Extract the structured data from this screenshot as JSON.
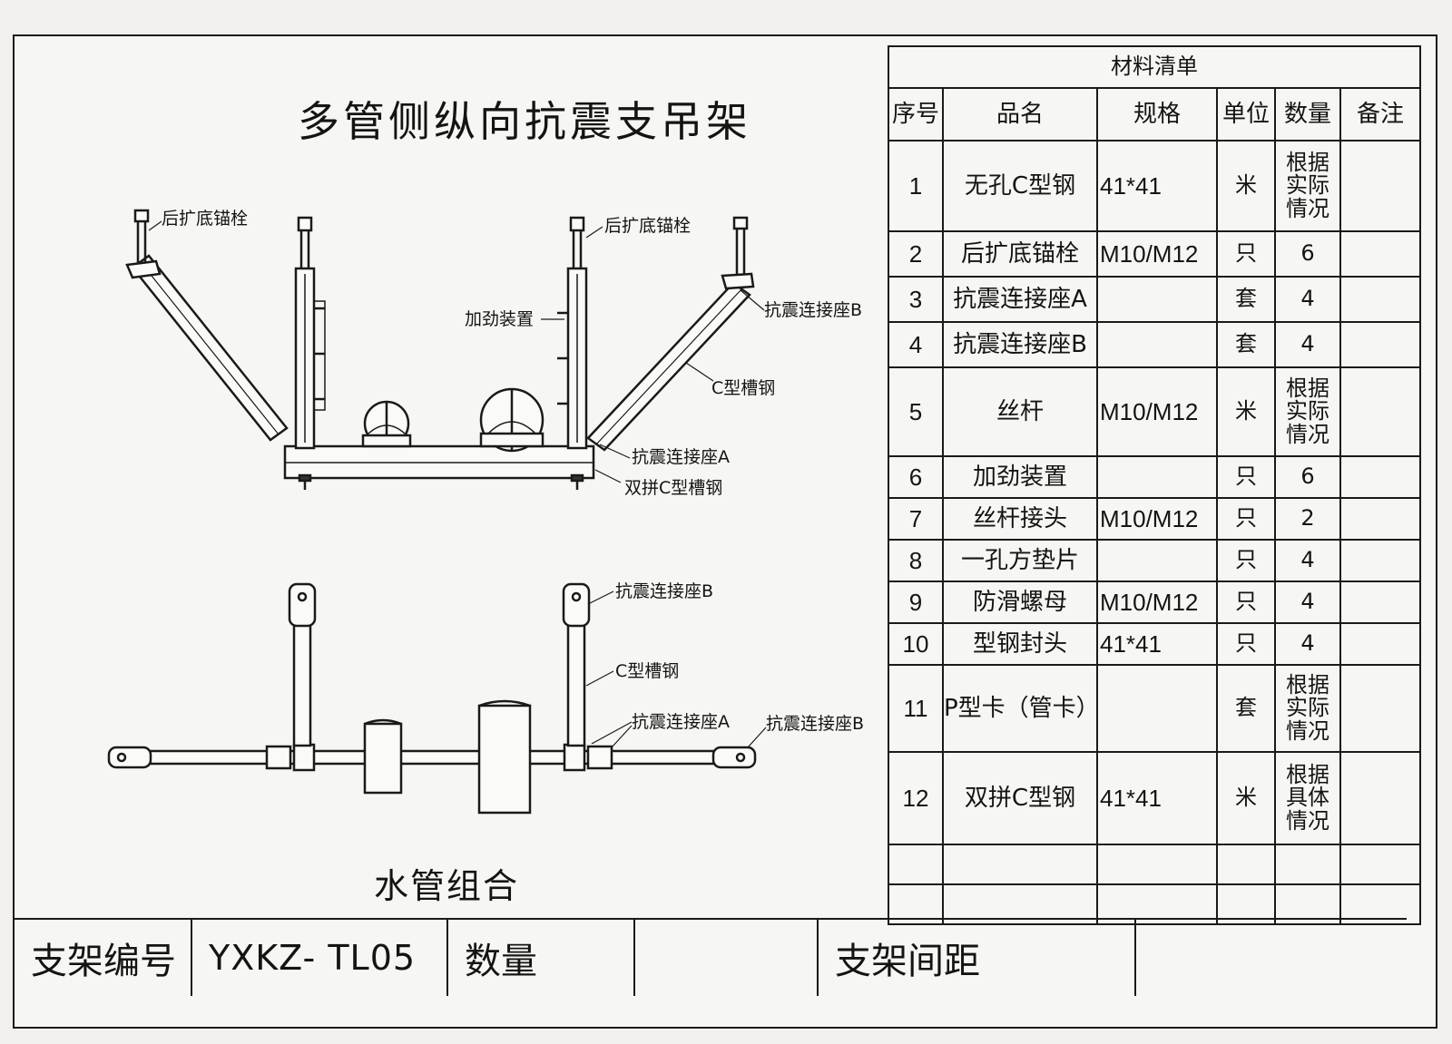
{
  "title": "多管侧纵向抗震支吊架",
  "subtitle": "水管组合",
  "labels": {
    "rear_anchor_left": "后扩底锚栓",
    "rear_anchor_right": "后扩底锚栓",
    "stiffener": "加劲装置",
    "seat_b_top": "抗震连接座B",
    "channel_top": "C型槽钢",
    "seat_a_top": "抗震连接座A",
    "double_channel": "双拼C型槽钢",
    "seat_b_plan": "抗震连接座B",
    "channel_plan": "C型槽钢",
    "seat_a_plan": "抗震连接座A",
    "seat_b_plan_right": "抗震连接座B"
  },
  "table": {
    "caption": "材料清单",
    "headers": [
      "序号",
      "品名",
      "规格",
      "单位",
      "数量",
      "备注"
    ],
    "rows": [
      {
        "no": "1",
        "name": "无孔C型钢",
        "spec": "41*41",
        "unit": "米",
        "qty": "根据实际情况",
        "note": ""
      },
      {
        "no": "2",
        "name": "后扩底锚栓",
        "spec": "M10/M12",
        "unit": "只",
        "qty": "6",
        "note": ""
      },
      {
        "no": "3",
        "name": "抗震连接座A",
        "spec": "",
        "unit": "套",
        "qty": "4",
        "note": ""
      },
      {
        "no": "4",
        "name": "抗震连接座B",
        "spec": "",
        "unit": "套",
        "qty": "4",
        "note": ""
      },
      {
        "no": "5",
        "name": "丝杆",
        "spec": "M10/M12",
        "unit": "米",
        "qty": "根据实际情况",
        "note": ""
      },
      {
        "no": "6",
        "name": "加劲装置",
        "spec": "",
        "unit": "只",
        "qty": "6",
        "note": ""
      },
      {
        "no": "7",
        "name": "丝杆接头",
        "spec": "M10/M12",
        "unit": "只",
        "qty": "2",
        "note": ""
      },
      {
        "no": "8",
        "name": "一孔方垫片",
        "spec": "",
        "unit": "只",
        "qty": "4",
        "note": ""
      },
      {
        "no": "9",
        "name": "防滑螺母",
        "spec": "M10/M12",
        "unit": "只",
        "qty": "4",
        "note": ""
      },
      {
        "no": "10",
        "name": "型钢封头",
        "spec": "41*41",
        "unit": "只",
        "qty": "4",
        "note": ""
      },
      {
        "no": "11",
        "name": "P型卡（管卡）",
        "spec": "",
        "unit": "套",
        "qty": "根据实际情况",
        "note": ""
      },
      {
        "no": "12",
        "name": "双拼C型钢",
        "spec": "41*41",
        "unit": "米",
        "qty": "根据具体情况",
        "note": ""
      }
    ]
  },
  "footer": {
    "code_label": "支架编号",
    "code_value": "YXKZ- TL05",
    "qty_label": "数量",
    "qty_value": "",
    "spacing_label": "支架间距",
    "spacing_value": ""
  }
}
